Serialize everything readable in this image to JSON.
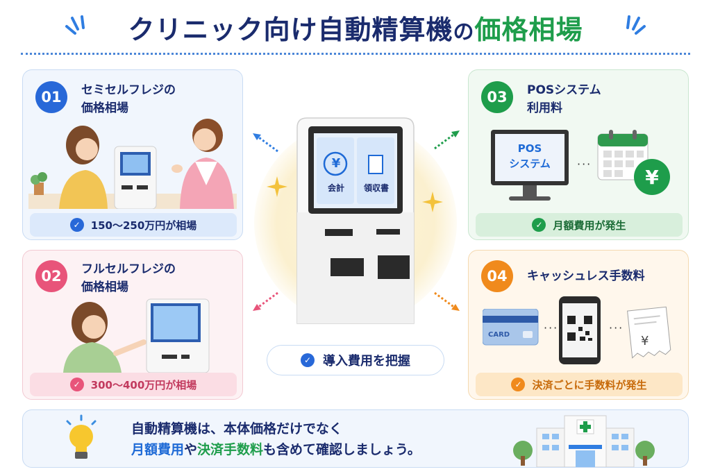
{
  "header": {
    "title_main": "クリニック向け自動精算機",
    "title_no": "の",
    "title_accent": "価格相場"
  },
  "colors": {
    "navy": "#1a2b6d",
    "blue": "#1e6ad6",
    "green": "#1e9d4b",
    "pink": "#e8547a",
    "orange": "#f08a1c"
  },
  "cards": [
    {
      "number": "01",
      "title_line1": "セミセルフレジの",
      "title_line2": "価格相場",
      "result": "150〜250万円が相場"
    },
    {
      "number": "02",
      "title_line1": "フルセルフレジの",
      "title_line2": "価格相場",
      "result": "300〜400万円が相場"
    },
    {
      "number": "03",
      "title_line1": "POSシステム",
      "title_line2": "利用料",
      "monitor_line1": "POS",
      "monitor_line2": "システム",
      "yen_symbol": "¥",
      "result": "月額費用が発生"
    },
    {
      "number": "04",
      "title_line1": "キャッシュレス手数料",
      "card_label": "CARD",
      "yen_symbol": "¥",
      "result": "決済ごとに手数料が発生"
    }
  ],
  "kiosk": {
    "button_pay": "会計",
    "button_receipt": "領収書",
    "yen_symbol": "¥"
  },
  "center_label": "導入費用を把握",
  "banner": {
    "line1": "自動精算機は、本体価格だけでなく",
    "line2_part1": "月額費用",
    "line2_part2": "や",
    "line2_part3": "決済手数料",
    "line2_part4": "も含めて確認しましょう。"
  }
}
